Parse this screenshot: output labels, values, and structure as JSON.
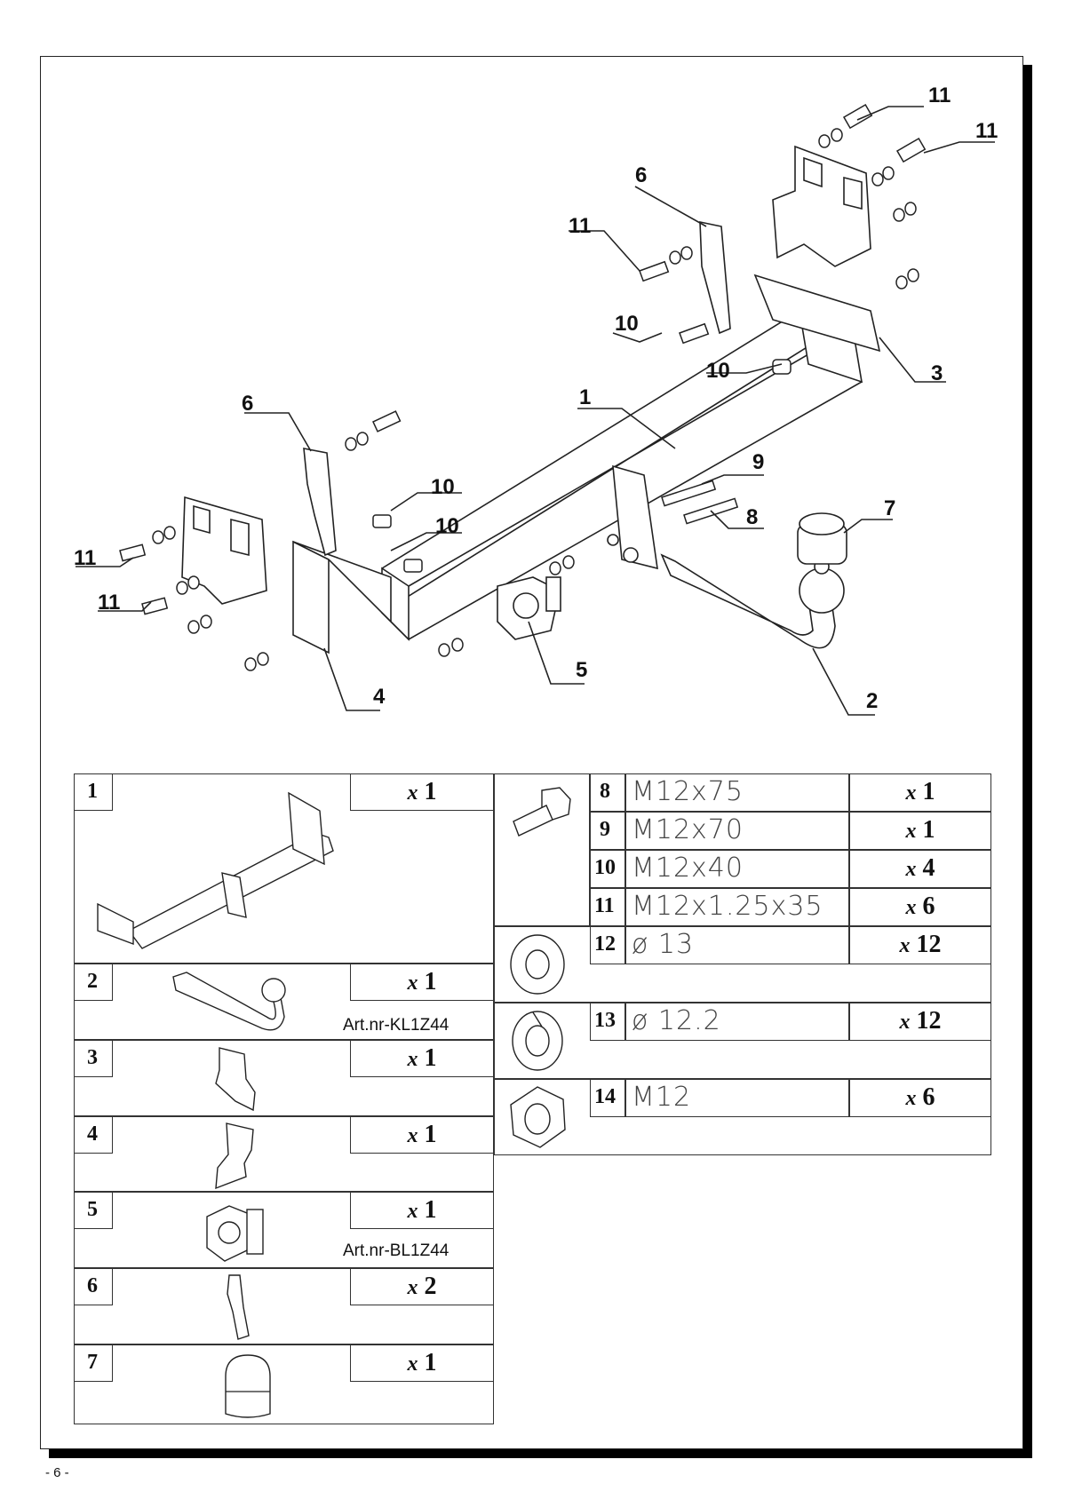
{
  "callouts": {
    "c11a": "11",
    "c11b": "11",
    "c11c": "11",
    "c11d": "11",
    "c11e": "11",
    "c6a": "6",
    "c6b": "6",
    "c10a": "10",
    "c10b": "10",
    "c10c": "10",
    "c10d": "10",
    "c3": "3",
    "c1": "1",
    "c9": "9",
    "c8": "8",
    "c7": "7",
    "c5": "5",
    "c4": "4",
    "c2": "2"
  },
  "left_table": [
    {
      "num": "1",
      "qty_x": "x",
      "qty": "1",
      "art": ""
    },
    {
      "num": "2",
      "qty_x": "x",
      "qty": "1",
      "art": "Art.nr-KL1Z44"
    },
    {
      "num": "3",
      "qty_x": "x",
      "qty": "1",
      "art": ""
    },
    {
      "num": "4",
      "qty_x": "x",
      "qty": "1",
      "art": ""
    },
    {
      "num": "5",
      "qty_x": "x",
      "qty": "1",
      "art": "Art.nr-BL1Z44"
    },
    {
      "num": "6",
      "qty_x": "x",
      "qty": "2",
      "art": ""
    },
    {
      "num": "7",
      "qty_x": "x",
      "qty": "1",
      "art": ""
    }
  ],
  "right_table": [
    {
      "num": "8",
      "spec": "M12x75",
      "qty_x": "x",
      "qty": "1"
    },
    {
      "num": "9",
      "spec": "M12x70",
      "qty_x": "x",
      "qty": "1"
    },
    {
      "num": "10",
      "spec": "M12x40",
      "qty_x": "x",
      "qty": "4"
    },
    {
      "num": "11",
      "spec": "M12x1.25x35",
      "qty_x": "x",
      "qty": "6"
    },
    {
      "num": "12",
      "spec": "ø 13",
      "qty_x": "x",
      "qty": "12"
    },
    {
      "num": "13",
      "spec": "ø 12.2",
      "qty_x": "x",
      "qty": "12"
    },
    {
      "num": "14",
      "spec": "M12",
      "qty_x": "x",
      "qty": "6"
    }
  ],
  "page_number": "- 6 -"
}
